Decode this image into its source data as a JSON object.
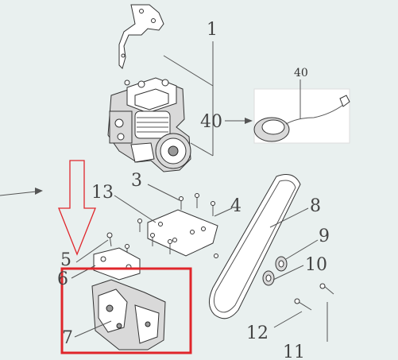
{
  "diagram": {
    "labels": [
      {
        "id": "1",
        "text": "1"
      },
      {
        "id": "40",
        "text": "40"
      },
      {
        "id": "40-inset",
        "text": "40"
      },
      {
        "id": "3",
        "text": "3"
      },
      {
        "id": "13",
        "text": "13"
      },
      {
        "id": "4",
        "text": "4"
      },
      {
        "id": "8",
        "text": "8"
      },
      {
        "id": "9",
        "text": "9"
      },
      {
        "id": "5",
        "text": "5"
      },
      {
        "id": "6",
        "text": "6"
      },
      {
        "id": "10",
        "text": "10"
      },
      {
        "id": "7",
        "text": "7"
      },
      {
        "id": "12",
        "text": "12"
      },
      {
        "id": "11",
        "text": "11"
      }
    ],
    "colors": {
      "background": "#e9f0ef",
      "highlight_box": "#e0262b",
      "pointer_arrow": "#e0262b",
      "line": "#555555"
    }
  }
}
